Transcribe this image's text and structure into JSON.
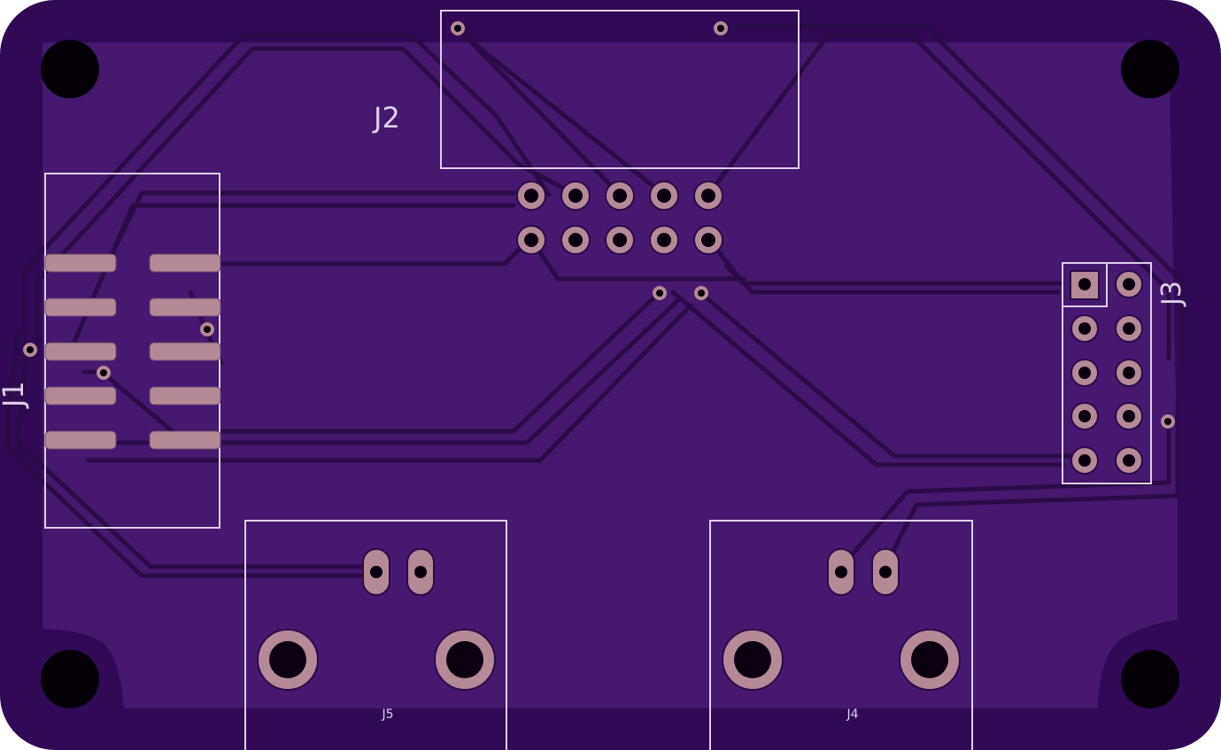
{
  "board": {
    "board_color": "#3f1868",
    "copper_color": "#4a1e78",
    "trace_color": "#2a0c48",
    "silk_color": "#dcd0ec",
    "pad_color": "#b48a96",
    "hole_color": "#0b0010"
  },
  "labels": {
    "j1": "J1",
    "j2": "J2",
    "j3": "J3",
    "j4": "J4",
    "j5": "J5"
  },
  "components": [
    {
      "ref": "J1",
      "kind": "smd-header-2x5"
    },
    {
      "ref": "J2",
      "kind": "through-hole-2x5"
    },
    {
      "ref": "J3",
      "kind": "through-hole-2x5"
    },
    {
      "ref": "J4",
      "kind": "dc-jack"
    },
    {
      "ref": "J5",
      "kind": "dc-jack"
    }
  ],
  "mounting_holes": 4
}
